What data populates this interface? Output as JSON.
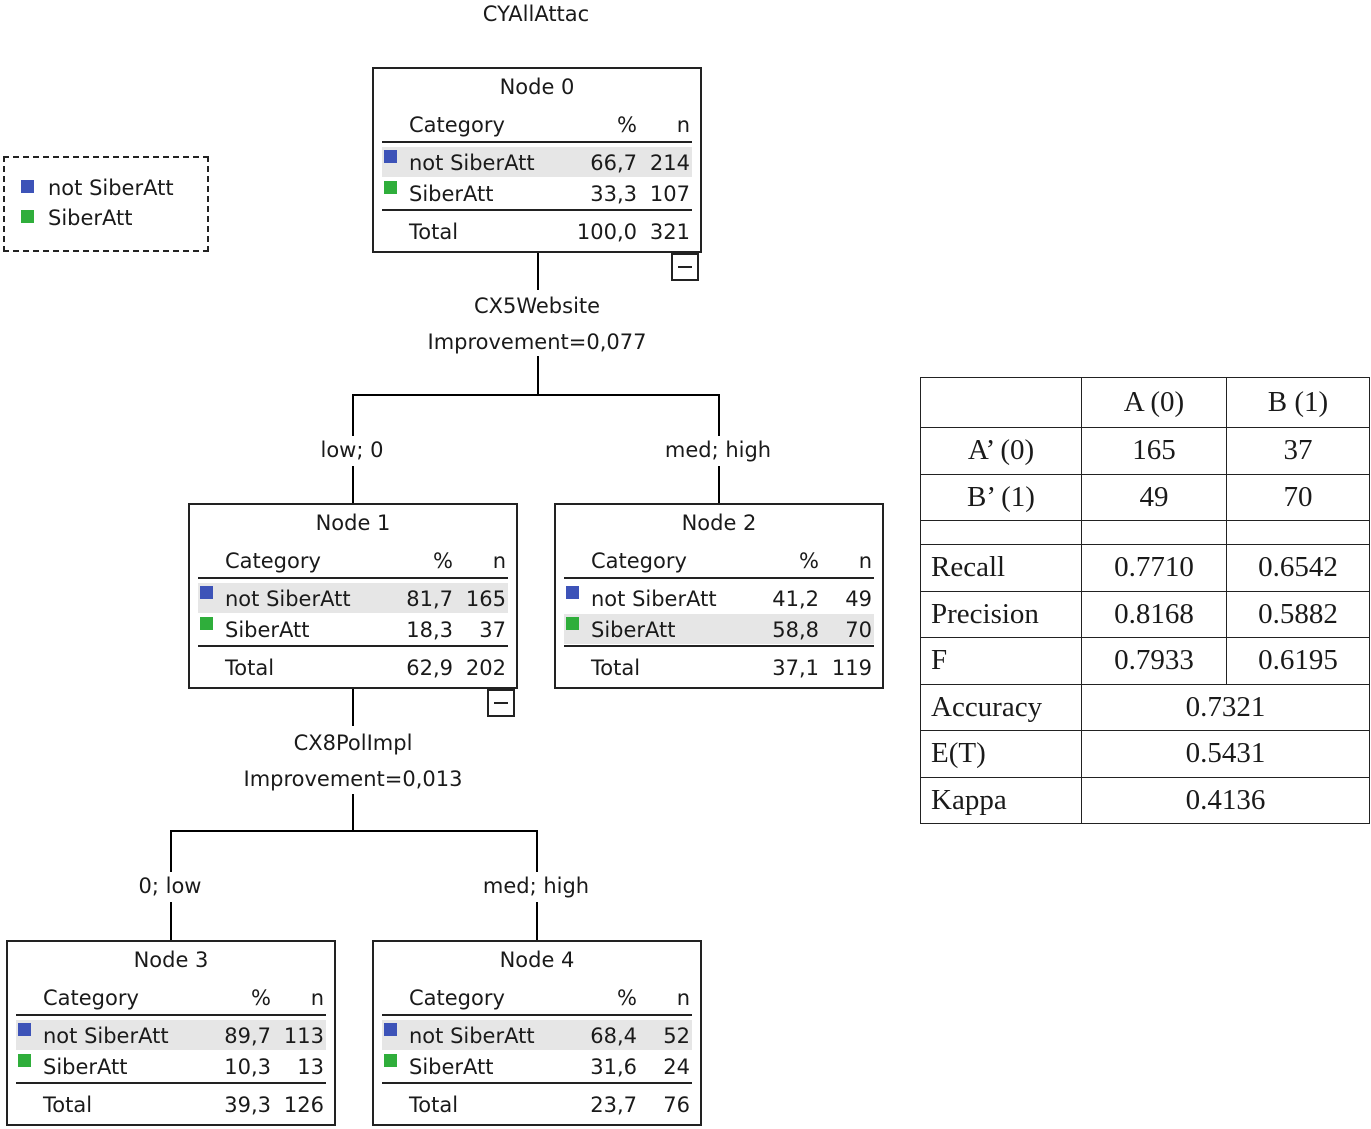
{
  "colors": {
    "not_siberatt": "#3d53b8",
    "siberatt": "#2fae3b"
  },
  "target": "CYAllAttac",
  "legend": {
    "items": [
      "not SiberAtt",
      "SiberAtt"
    ]
  },
  "headers": {
    "category": "Category",
    "pct": "%",
    "n": "n",
    "total": "Total"
  },
  "nodes": [
    {
      "title": "Node 0",
      "rows": [
        {
          "cat": "not SiberAtt",
          "pct": "66,7",
          "n": "214"
        },
        {
          "cat": "SiberAtt",
          "pct": "33,3",
          "n": "107"
        }
      ],
      "total": {
        "pct": "100,0",
        "n": "321"
      }
    },
    {
      "title": "Node 1",
      "rows": [
        {
          "cat": "not SiberAtt",
          "pct": "81,7",
          "n": "165"
        },
        {
          "cat": "SiberAtt",
          "pct": "18,3",
          "n": "37"
        }
      ],
      "total": {
        "pct": "62,9",
        "n": "202"
      }
    },
    {
      "title": "Node 2",
      "rows": [
        {
          "cat": "not SiberAtt",
          "pct": "41,2",
          "n": "49"
        },
        {
          "cat": "SiberAtt",
          "pct": "58,8",
          "n": "70"
        }
      ],
      "total": {
        "pct": "37,1",
        "n": "119"
      }
    },
    {
      "title": "Node 3",
      "rows": [
        {
          "cat": "not SiberAtt",
          "pct": "89,7",
          "n": "113"
        },
        {
          "cat": "SiberAtt",
          "pct": "10,3",
          "n": "13"
        }
      ],
      "total": {
        "pct": "39,3",
        "n": "126"
      }
    },
    {
      "title": "Node 4",
      "rows": [
        {
          "cat": "not SiberAtt",
          "pct": "68,4",
          "n": "52"
        },
        {
          "cat": "SiberAtt",
          "pct": "31,6",
          "n": "24"
        }
      ],
      "total": {
        "pct": "23,7",
        "n": "76"
      }
    }
  ],
  "splits": [
    {
      "variable": "CX5Website",
      "improvement": "Improvement=0,077",
      "left": "low; 0",
      "right": "med; high"
    },
    {
      "variable": "CX8PolImpl",
      "improvement": "Improvement=0,013",
      "left": "0; low",
      "right": "med; high"
    }
  ],
  "metrics": {
    "columns": [
      "",
      "A (0)",
      "B (1)"
    ],
    "confusion": [
      {
        "label": "A’ (0)",
        "a": "165",
        "b": "37"
      },
      {
        "label": "B’ (1)",
        "a": "49",
        "b": "70"
      }
    ],
    "per_class": [
      {
        "label": "Recall",
        "a": "0.7710",
        "b": "0.6542"
      },
      {
        "label": "Precision",
        "a": "0.8168",
        "b": "0.5882"
      },
      {
        "label": "F",
        "a": "0.7933",
        "b": "0.6195"
      }
    ],
    "overall": [
      {
        "label": "Accuracy",
        "value": "0.7321"
      },
      {
        "label": "E(T)",
        "value": "0.5431"
      },
      {
        "label": "Kappa",
        "value": "0.4136"
      }
    ]
  }
}
